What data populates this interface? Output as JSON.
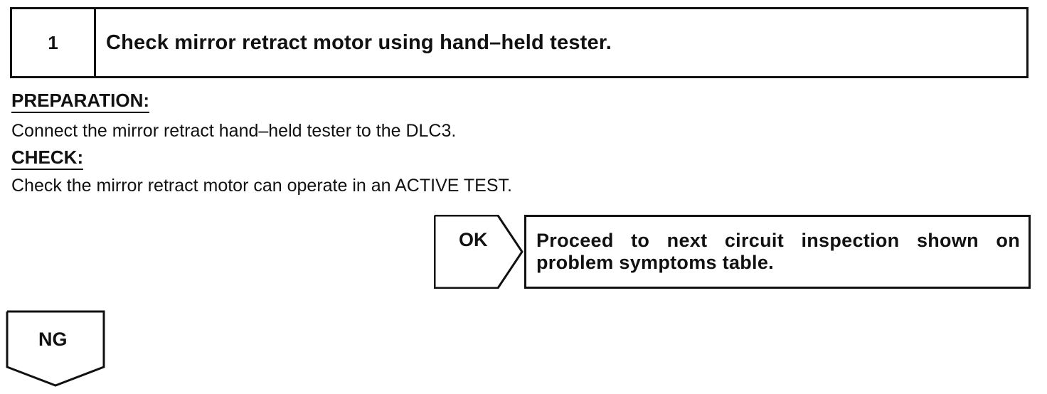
{
  "step": {
    "number": "1",
    "title": "Check mirror retract motor using hand–held tester."
  },
  "preparation": {
    "label": "PREPARATION:",
    "text": "Connect the mirror retract hand–held tester to the DLC3."
  },
  "check": {
    "label": "CHECK:",
    "text": "Check the mirror retract motor can operate in an ACTIVE TEST."
  },
  "ok_branch": {
    "label": "OK",
    "result": "Proceed to next circuit inspection shown on problem symptoms table."
  },
  "ng_branch": {
    "label": "NG"
  }
}
